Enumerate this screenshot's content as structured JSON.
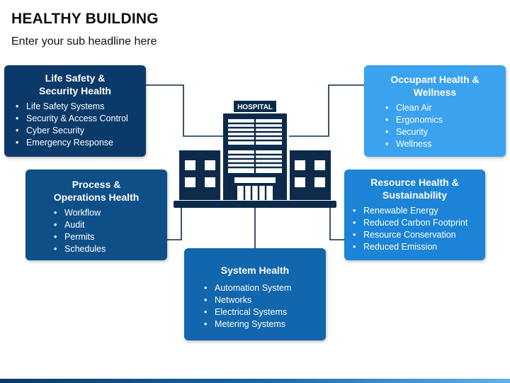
{
  "page": {
    "title": "HEALTHY BUILDING",
    "subtitle": "Enter your sub headline here"
  },
  "building": {
    "sign": "HOSPITAL",
    "icon": "hospital-building-icon",
    "color": "#0d2a4a"
  },
  "boxes": {
    "life_safety": {
      "title_line1": "Life Safety &",
      "title_line2": "Security Health",
      "color": "#0b3a6a",
      "items": [
        "Life Safety Systems",
        "Security & Access Control",
        "Cyber Security",
        "Emergency Response"
      ]
    },
    "process": {
      "title_line1": "Process &",
      "title_line2": "Operations Health",
      "color": "#0e4f88",
      "items": [
        "Workflow",
        "Audit",
        "Permits",
        "Schedules"
      ]
    },
    "system": {
      "title_line1": "System Health",
      "color": "#1166ad",
      "items": [
        "Automation System",
        "Networks",
        "Electrical Systems",
        "Metering Systems"
      ]
    },
    "resource": {
      "title_line1": "Resource Health &",
      "title_line2": "Sustainability",
      "color": "#1c84d6",
      "items": [
        "Renewable Energy",
        "Reduced Carbon Footprint",
        "Resource Conservation",
        "Reduced Emission"
      ]
    },
    "occupant": {
      "title_line1": "Occupant Health &",
      "title_line2": "Wellness",
      "color": "#3aa2ee",
      "items": [
        "Clean Air",
        "Ergonomics",
        "Security",
        "Wellness"
      ]
    }
  }
}
